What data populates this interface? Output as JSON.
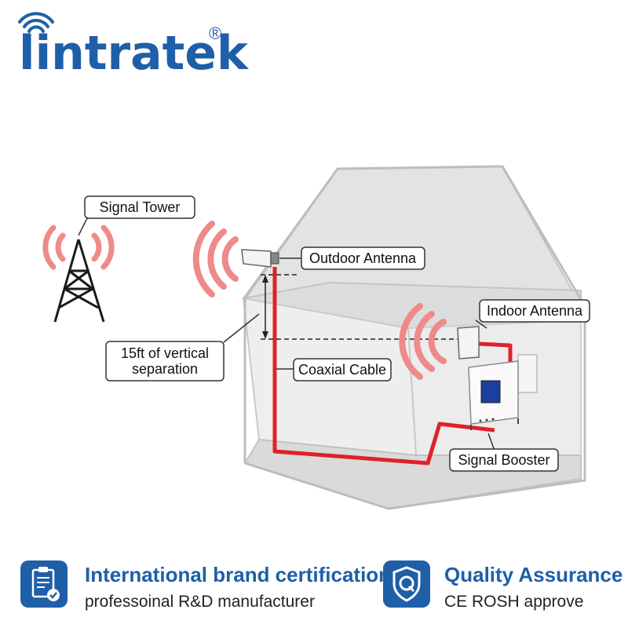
{
  "brand": {
    "name": "lintratek",
    "registered_mark": "®",
    "color": "#1f5fa8"
  },
  "labels": {
    "signal_tower": "Signal Tower",
    "outdoor_antenna": "Outdoor Antenna",
    "indoor_antenna": "Indoor Antenna",
    "separation_line1": "15ft of vertical",
    "separation_line2": "separation",
    "coaxial_cable": "Coaxial Cable",
    "signal_booster": "Signal Booster"
  },
  "colors": {
    "cable": "#e0202a",
    "signal_waves": "#ee8a8a",
    "house_fill": "#e6e6e6",
    "house_stroke": "#bdbdbd"
  },
  "icons": {
    "certification": "clipboard-check-icon",
    "quality": "shield-q-icon"
  },
  "features": [
    {
      "title": "International brand certification",
      "subtitle": "professoinal R&D manufacturer"
    },
    {
      "title": "Quality Assurance",
      "subtitle": "CE ROSH approve"
    }
  ]
}
